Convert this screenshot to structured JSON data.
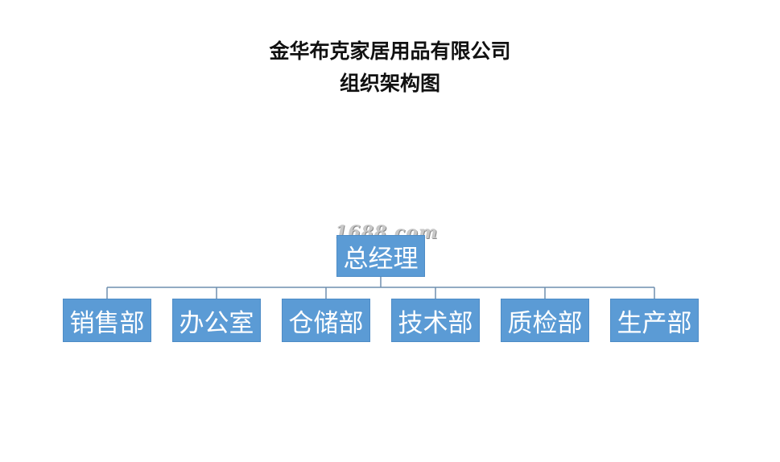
{
  "title": {
    "line1": "金华布克家居用品有限公司",
    "line2": "组织架构图"
  },
  "watermark": "1688.com",
  "org": {
    "root": {
      "label": "总经理"
    },
    "children": [
      {
        "label": "销售部"
      },
      {
        "label": "办公室"
      },
      {
        "label": "仓储部"
      },
      {
        "label": "技术部"
      },
      {
        "label": "质检部"
      },
      {
        "label": "生产部"
      }
    ]
  },
  "colors": {
    "node_fill": "#5b9bd5",
    "connector": "#6f8faf",
    "node_text": "#ffffff"
  }
}
